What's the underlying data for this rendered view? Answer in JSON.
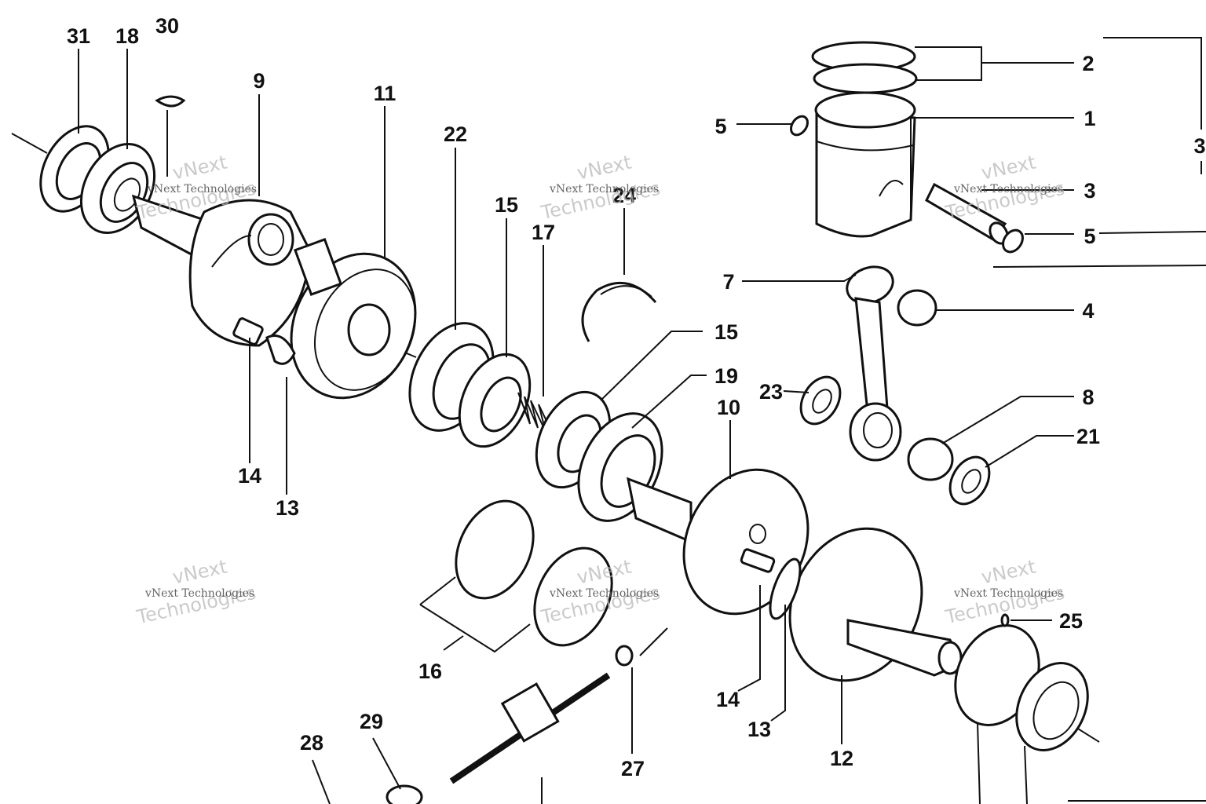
{
  "watermark": {
    "brand_big_line1": "vNext",
    "brand_big_line2": "Technologies",
    "brand_small": "vNext Technologies"
  },
  "callouts": {
    "c31": "31",
    "c18": "18",
    "c30": "30",
    "c9": "9",
    "c11": "11",
    "c22": "22",
    "c15a": "15",
    "c17": "17",
    "c24": "24",
    "c2": "2",
    "c1": "1",
    "c5a": "5",
    "c3a": "3",
    "c3b": "3",
    "c5b": "5",
    "c7": "7",
    "c4": "4",
    "c15b": "15",
    "c19": "19",
    "c23": "23",
    "c10": "10",
    "c8": "8",
    "c21": "21",
    "c14a": "14",
    "c13a": "13",
    "c16": "16",
    "c25": "25",
    "c14b": "14",
    "c13b": "13",
    "c12": "12",
    "c28": "28",
    "c29": "29",
    "c27": "27"
  }
}
